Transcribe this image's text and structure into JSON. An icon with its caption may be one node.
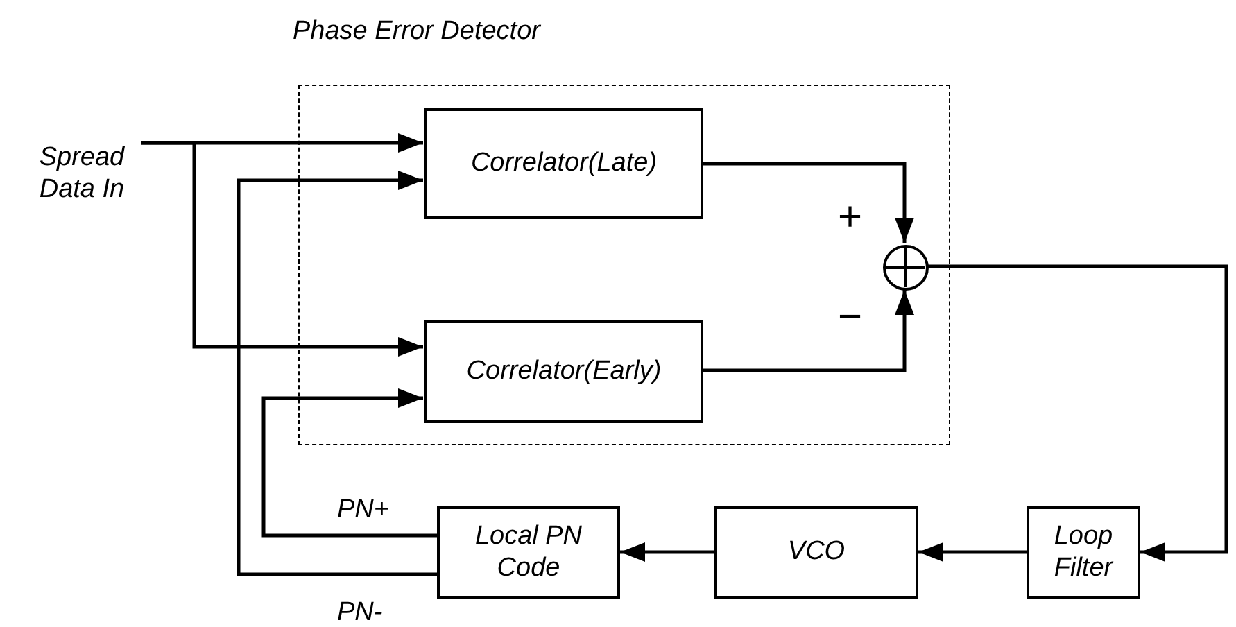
{
  "diagram": {
    "nodes": [
      {
        "text": [
          "Spread Data In"
        ]
      },
      {
        "text": [
          "Phase Error Detector"
        ]
      },
      {
        "text": [
          "Correlator(Late)"
        ],
        "in": 1
      },
      {
        "text": [
          "Correlator(Early)"
        ],
        "in": 1
      },
      {
        "text": [],
        "shape": "circle",
        "in": 1
      },
      {
        "text": [
          "Local PN Code"
        ]
      },
      {
        "text": [
          "VCO"
        ]
      },
      {
        "text": [
          "Loop Filter"
        ]
      }
    ],
    "edges": [
      {
        "from": 0,
        "to": 2,
        "arrow": "to"
      },
      {
        "from": 0,
        "to": 3,
        "arrow": "to"
      },
      {
        "from": 5,
        "to": 3,
        "arrow": "to",
        "label": "PN+"
      },
      {
        "from": 5,
        "to": 2,
        "arrow": "to",
        "label": "PN-"
      },
      {
        "from": 2,
        "to": 4,
        "arrow": "to",
        "label": "+"
      },
      {
        "from": 3,
        "to": 4,
        "arrow": "to",
        "label": "−"
      },
      {
        "from": 4,
        "to": 7,
        "arrow": "to"
      },
      {
        "from": 7,
        "to": 6,
        "arrow": "to"
      },
      {
        "from": 6,
        "to": 5,
        "arrow": "to"
      }
    ]
  }
}
